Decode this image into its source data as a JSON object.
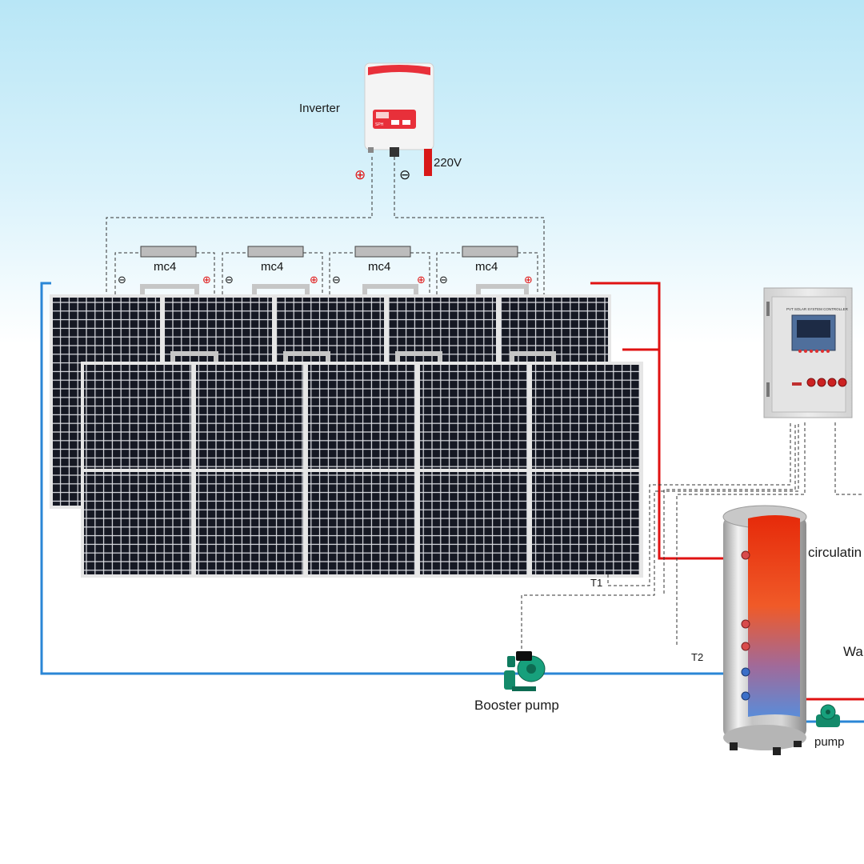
{
  "inverter": {
    "label": "Inverter",
    "brand": "SPH",
    "positive_symbol": "⊕",
    "negative_symbol": "⊖"
  },
  "output_voltage": "220V",
  "mc4_connectors": [
    {
      "label": "mc4",
      "negative": "⊖",
      "positive": "⊕"
    },
    {
      "label": "mc4",
      "negative": "⊖",
      "positive": "⊕"
    },
    {
      "label": "mc4",
      "negative": "⊖",
      "positive": "⊕"
    },
    {
      "label": "mc4",
      "negative": "⊖",
      "positive": "⊕"
    }
  ],
  "controller": {
    "panel_title": "PVT SOLAR SYSTEM CONTROLLER",
    "button_count": 4
  },
  "sensors": {
    "t1": "T1",
    "t2": "T2"
  },
  "labels": {
    "circulating": "circulatin",
    "water_partial": "Wa",
    "booster_pump": "Booster pump",
    "pump": "pump"
  },
  "colors": {
    "hot_pipe": "#e01212",
    "cold_pipe": "#2a86d6",
    "solar_cell": "#151823",
    "panel_frame": "#e6e6e6",
    "inverter_accent": "#e8303a",
    "pump_green": "#138a6a",
    "controller_body": "#e2e2e2",
    "sky_top": "#b8e6f6"
  }
}
